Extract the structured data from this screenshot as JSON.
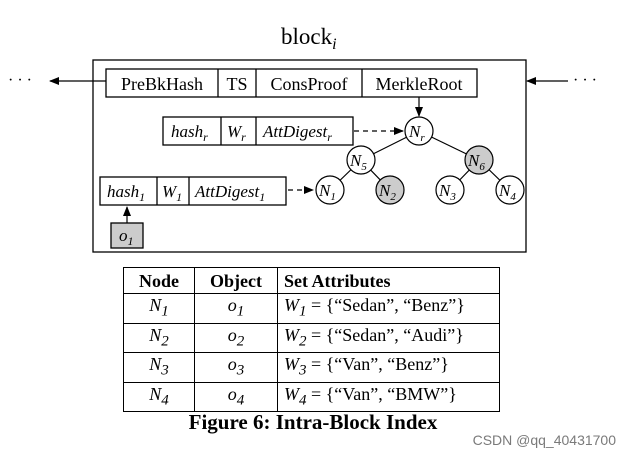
{
  "title": {
    "base": "block",
    "sub": "i"
  },
  "ellipsis": "· · ·",
  "header_fields": [
    "PreBkHash",
    "TS",
    "ConsProof",
    "MerkleRoot"
  ],
  "entry_r": {
    "hash": "hash",
    "hash_sub": "r",
    "w": "W",
    "w_sub": "r",
    "att": "AttDigest",
    "att_sub": "r"
  },
  "entry_1": {
    "hash": "hash",
    "hash_sub": "1",
    "w": "W",
    "w_sub": "1",
    "att": "AttDigest",
    "att_sub": "1"
  },
  "object_box": {
    "base": "o",
    "sub": "1"
  },
  "tree_nodes": [
    {
      "id": "nr",
      "base": "N",
      "sub": "r",
      "shaded": false
    },
    {
      "id": "n5",
      "base": "N",
      "sub": "5",
      "shaded": false
    },
    {
      "id": "n6",
      "base": "N",
      "sub": "6",
      "shaded": true
    },
    {
      "id": "n1",
      "base": "N",
      "sub": "1",
      "shaded": false
    },
    {
      "id": "n2",
      "base": "N",
      "sub": "2",
      "shaded": true
    },
    {
      "id": "n3",
      "base": "N",
      "sub": "3",
      "shaded": false
    },
    {
      "id": "n4",
      "base": "N",
      "sub": "4",
      "shaded": false
    }
  ],
  "table": {
    "headers": [
      "Node",
      "Object",
      "Set Attributes"
    ],
    "rows": [
      {
        "node": "N",
        "node_sub": "1",
        "obj": "o",
        "obj_sub": "1",
        "w": "W",
        "w_sub": "1",
        "attrs": " = {“Sedan”, “Benz”}"
      },
      {
        "node": "N",
        "node_sub": "2",
        "obj": "o",
        "obj_sub": "2",
        "w": "W",
        "w_sub": "2",
        "attrs": " = {“Sedan”, “Audi”}"
      },
      {
        "node": "N",
        "node_sub": "3",
        "obj": "o",
        "obj_sub": "3",
        "w": "W",
        "w_sub": "3",
        "attrs": " = {“Van”, “Benz”}"
      },
      {
        "node": "N",
        "node_sub": "4",
        "obj": "o",
        "obj_sub": "4",
        "w": "W",
        "w_sub": "4",
        "attrs": " = {“Van”, “BMW”}"
      }
    ]
  },
  "caption": "Figure 6: Intra-Block Index",
  "watermark": "CSDN @qq_40431700"
}
